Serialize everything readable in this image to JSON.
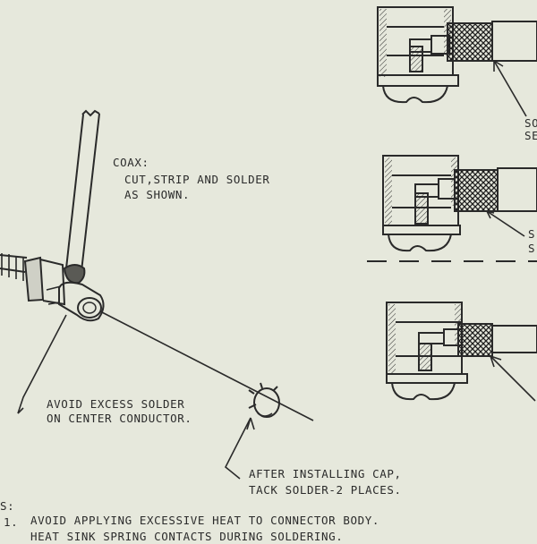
{
  "coax_note": {
    "title": "COAX:",
    "line1": "CUT,STRIP AND SOLDER",
    "line2": "AS SHOWN."
  },
  "center_conductor_note": {
    "line1": "AVOID EXCESS SOLDER",
    "line2": "ON CENTER CONDUCTOR."
  },
  "cap_note": {
    "line1": "AFTER INSTALLING CAP,",
    "line2": "TACK SOLDER-2 PLACES."
  },
  "notes": {
    "heading_fragment": "S:",
    "item1_number": "1.",
    "item1_text": "AVOID APPLYING EXCESSIVE HEAT TO CONNECTOR BODY.",
    "item2_fragment": "HEAT SINK SPRING CONTACTS DURING SOLDERING."
  },
  "section_callouts": {
    "top_1": "SO",
    "top_2": "SE",
    "mid_1": "S",
    "mid_2": "S"
  },
  "colors": {
    "paper": "#e6e8dc",
    "ink": "#2a2a2a"
  }
}
